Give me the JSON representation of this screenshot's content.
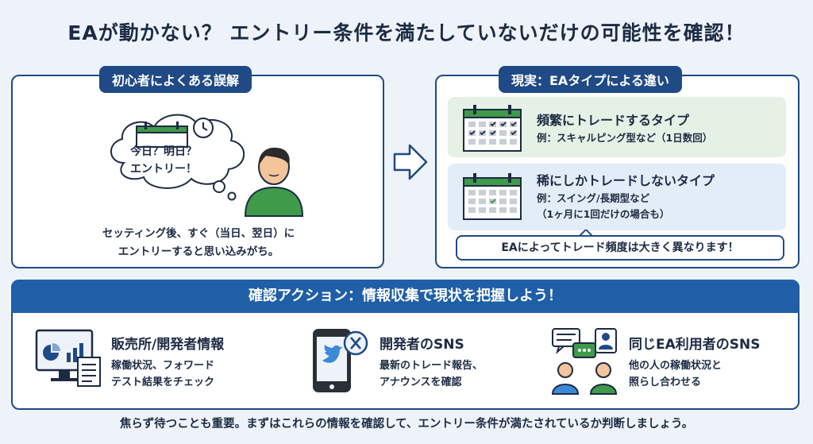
{
  "title": "EAが動かない？ エントリー条件を満たしていないだけの可能性を確認！",
  "misconception": {
    "heading": "初心者によくある誤解",
    "thought_line1": "今日？明日？",
    "thought_line2": "エントリー！",
    "caption_line1": "セッティング後、すぐ（当日、翌日）に",
    "caption_line2": "エントリーすると思い込みがち。"
  },
  "reality": {
    "heading": "現実：EAタイプによる違い",
    "types": [
      {
        "title": "頻繁にトレードするタイプ",
        "desc_line1": "例：スキャルピング型など（1日数回）",
        "desc_line2": ""
      },
      {
        "title": "稀にしかトレードしないタイプ",
        "desc_line1": "例：スイング/長期型など",
        "desc_line2": "（1ヶ月に1回だけの場合も）"
      }
    ],
    "note": "EAによってトレード頻度は大きく異なります！"
  },
  "actions": {
    "heading": "確認アクション：情報収集で現状を把握しよう！",
    "sources": [
      {
        "title": "販売所/開発者情報",
        "desc_line1": "稼働状況、フォワード",
        "desc_line2": "テスト結果をチェック",
        "icon": "monitor-report-icon"
      },
      {
        "title": "開発者のSNS",
        "desc_line1": "最新のトレード報告、",
        "desc_line2": "アナウンスを確認",
        "icon": "smartphone-sns-icon"
      },
      {
        "title": "同じEA利用者のSNS",
        "desc_line1": "他の人の稼働状況と",
        "desc_line2": "照らし合わせる",
        "icon": "users-chat-icon"
      }
    ]
  },
  "footer": "焦らず待つことも重要。まずはこれらの情報を確認して、エントリー条件が満たされているか判断しましょう。",
  "colors": {
    "navy": "#1f4a85",
    "header_blue": "#1f5fa8",
    "frequent_bg": "#e5f1e4",
    "rare_bg": "#e3edf8",
    "accent_green": "#3f9a4a"
  }
}
